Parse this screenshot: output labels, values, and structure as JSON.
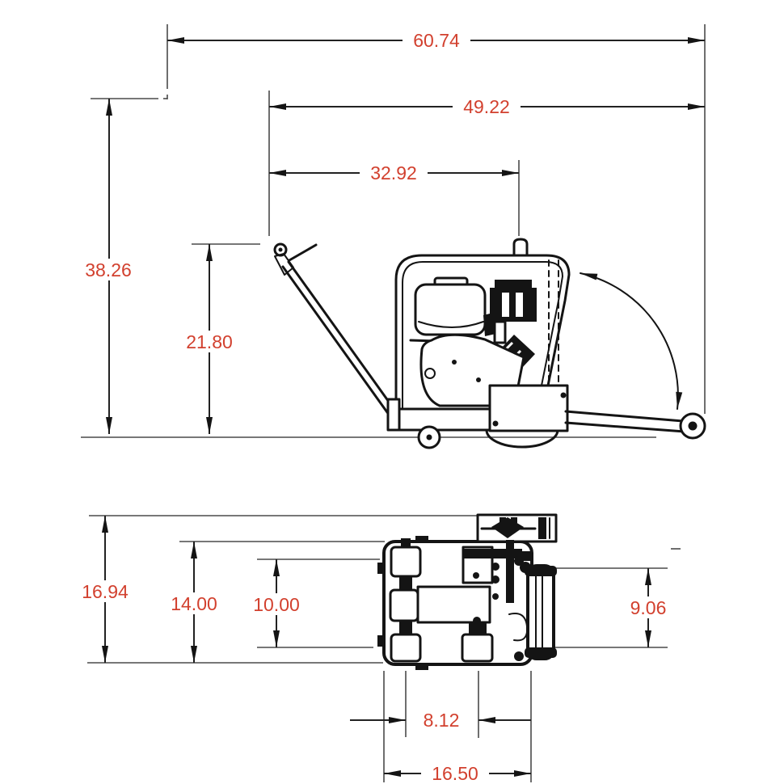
{
  "drawing": {
    "kind": "dimensioned-engineering-drawing",
    "subject": "walk-behind concrete saw, side elevation (top) and bottom plan view (below)",
    "colors": {
      "dimension_text": "#d2402e",
      "drawing_lines": "#141414",
      "extension_lines": "#4a4a4a",
      "background": "#ffffff"
    },
    "dims": {
      "overall_length": "60.74",
      "handle_to_guide": "49.22",
      "handle_to_blade": "32.92",
      "handle_height": "38.26",
      "grip_height": "21.80",
      "overall_width": "16.94",
      "frame_width": "14.00",
      "wheel_track": "10.00",
      "roller_width": "9.06",
      "wheel_spacing": "8.12",
      "overall_base_width": "16.50"
    }
  }
}
